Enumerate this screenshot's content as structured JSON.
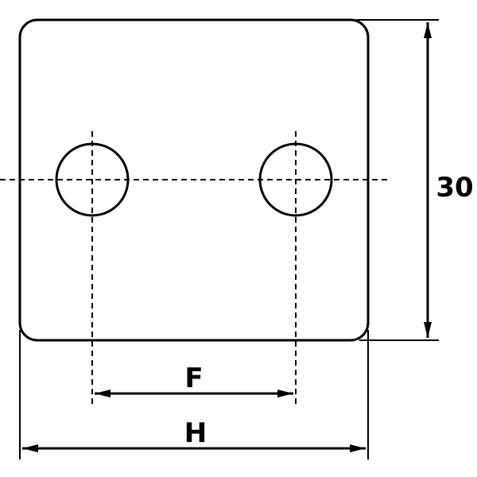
{
  "drawing": {
    "labels": {
      "height_value": "30",
      "hole_spacing": "F",
      "overall_width": "H"
    },
    "features": {
      "plate": "rounded-square-plate",
      "holes": 2,
      "centerlines": "dashed"
    },
    "colors": {
      "line": "#000000",
      "background": "#ffffff"
    }
  }
}
